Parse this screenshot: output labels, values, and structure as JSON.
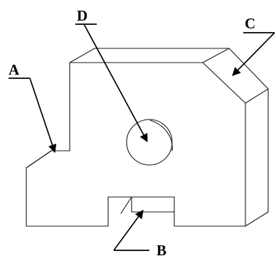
{
  "figure": {
    "labels": {
      "a": "A",
      "b": "B",
      "c": "C",
      "d": "D"
    },
    "colors": {
      "lines": "#1a1a1a",
      "background": "#ffffff"
    }
  }
}
